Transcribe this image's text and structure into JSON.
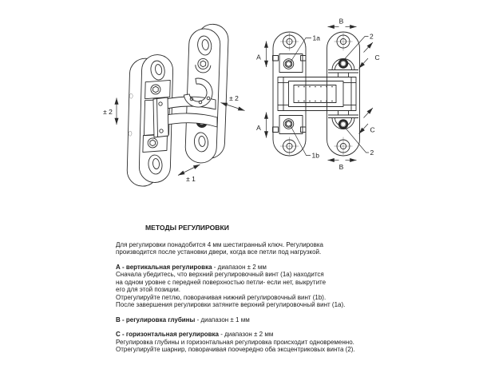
{
  "title": "МЕТОДЫ РЕГУЛИРОВКИ",
  "intro": {
    "line1": "Для регулировки понадобится 4 мм шестигранный ключ. Регулировка",
    "line2": "производится после установки двери, когда все петли под нагрузкой."
  },
  "section_a": {
    "heading_bold": "А - вертикальная регулировка",
    "heading_rest": " - диапазон ± 2 мм",
    "line1": "Сначала убедитесь, что верхний регулировочный винт (1a) находится",
    "line2": "на одном уровне с передней поверхностью петли- если нет, выкрутите",
    "line3": "его для этой позиции.",
    "line4": "Отрегулируйте петлю, поворачивая нижний регулировочный винт (1b).",
    "line5": "После завершения регулировки затяните верхний регулировочный винт (1a)."
  },
  "section_b": {
    "heading_bold": "В - регулировка глубины",
    "heading_rest": " - диапазон ± 1 мм"
  },
  "section_c": {
    "heading_bold": "С - горизонтальная регулировка",
    "heading_rest": " - диапазон ± 2 мм",
    "line1": "Регулировка глубины и горизонтальная регулировка происходит одновременно.",
    "line2": "Отрегулируйте шарнир, поворачивая поочередно оба эксцентриковых винта (2)."
  },
  "iso_view": {
    "dim_vertical": "± 2",
    "dim_depth": "± 2",
    "dim_horizontal": "± 1"
  },
  "front_view": {
    "dim_a_top": "A",
    "dim_a_bottom": "A",
    "dim_b_top": "B",
    "dim_b_bottom": "B",
    "dim_c_top": "C",
    "dim_c_bottom": "C",
    "label_1a": "1a",
    "label_1b": "1b",
    "label_2_top": "2",
    "label_2_bottom": "2"
  },
  "colors": {
    "line": "#2b2b2b",
    "text": "#1a1a1a",
    "background": "#ffffff"
  }
}
